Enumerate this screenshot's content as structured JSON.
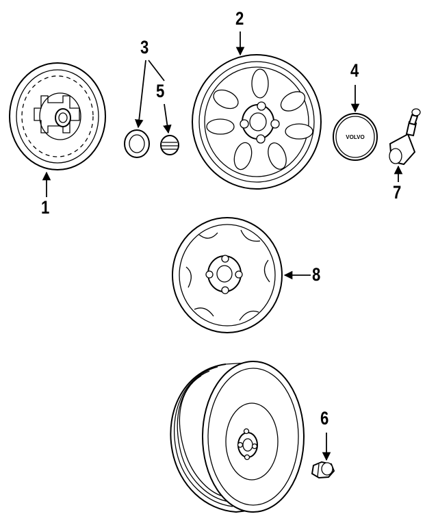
{
  "callouts": {
    "c1": "1",
    "c2": "2",
    "c3": "3",
    "c4": "4",
    "c5": "5",
    "c6": "6",
    "c7": "7",
    "c8": "8"
  },
  "emblem_text": "VOLVO"
}
